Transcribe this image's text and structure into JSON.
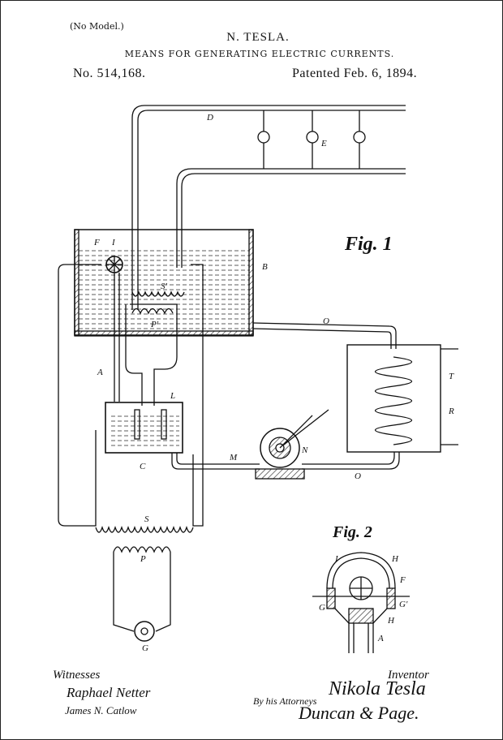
{
  "header": {
    "model_note": "(No Model.)",
    "inventor": "N. TESLA.",
    "title": "MEANS FOR GENERATING ELECTRIC CURRENTS.",
    "patent_number": "No. 514,168.",
    "patent_date": "Patented Feb. 6, 1894."
  },
  "figures": {
    "fig1_label": "Fig. 1",
    "fig2_label": "Fig. 2"
  },
  "labels": {
    "D": "D",
    "E": "E",
    "F": "F",
    "I": "I",
    "B": "B",
    "S1": "S'",
    "P1": "P'",
    "O": "O",
    "A": "A",
    "L": "L",
    "T": "T",
    "R": "R",
    "C": "C",
    "M": "M",
    "N": "N",
    "S": "S",
    "P": "P",
    "G": "G",
    "fig2_I": "I",
    "fig2_H": "H",
    "fig2_F": "F",
    "fig2_G1_left": "G'",
    "fig2_G1_right": "G'",
    "fig2_H2": "H",
    "fig2_A": "A"
  },
  "signatures": {
    "witnesses_label": "Witnesses",
    "witness_1": "Raphael Netter",
    "witness_2": "James N. Catlow",
    "inventor_label": "Inventor",
    "inventor_signature": "Nikola Tesla",
    "attorneys_label": "By his Attorneys",
    "attorney_signature": "Duncan & Page."
  }
}
